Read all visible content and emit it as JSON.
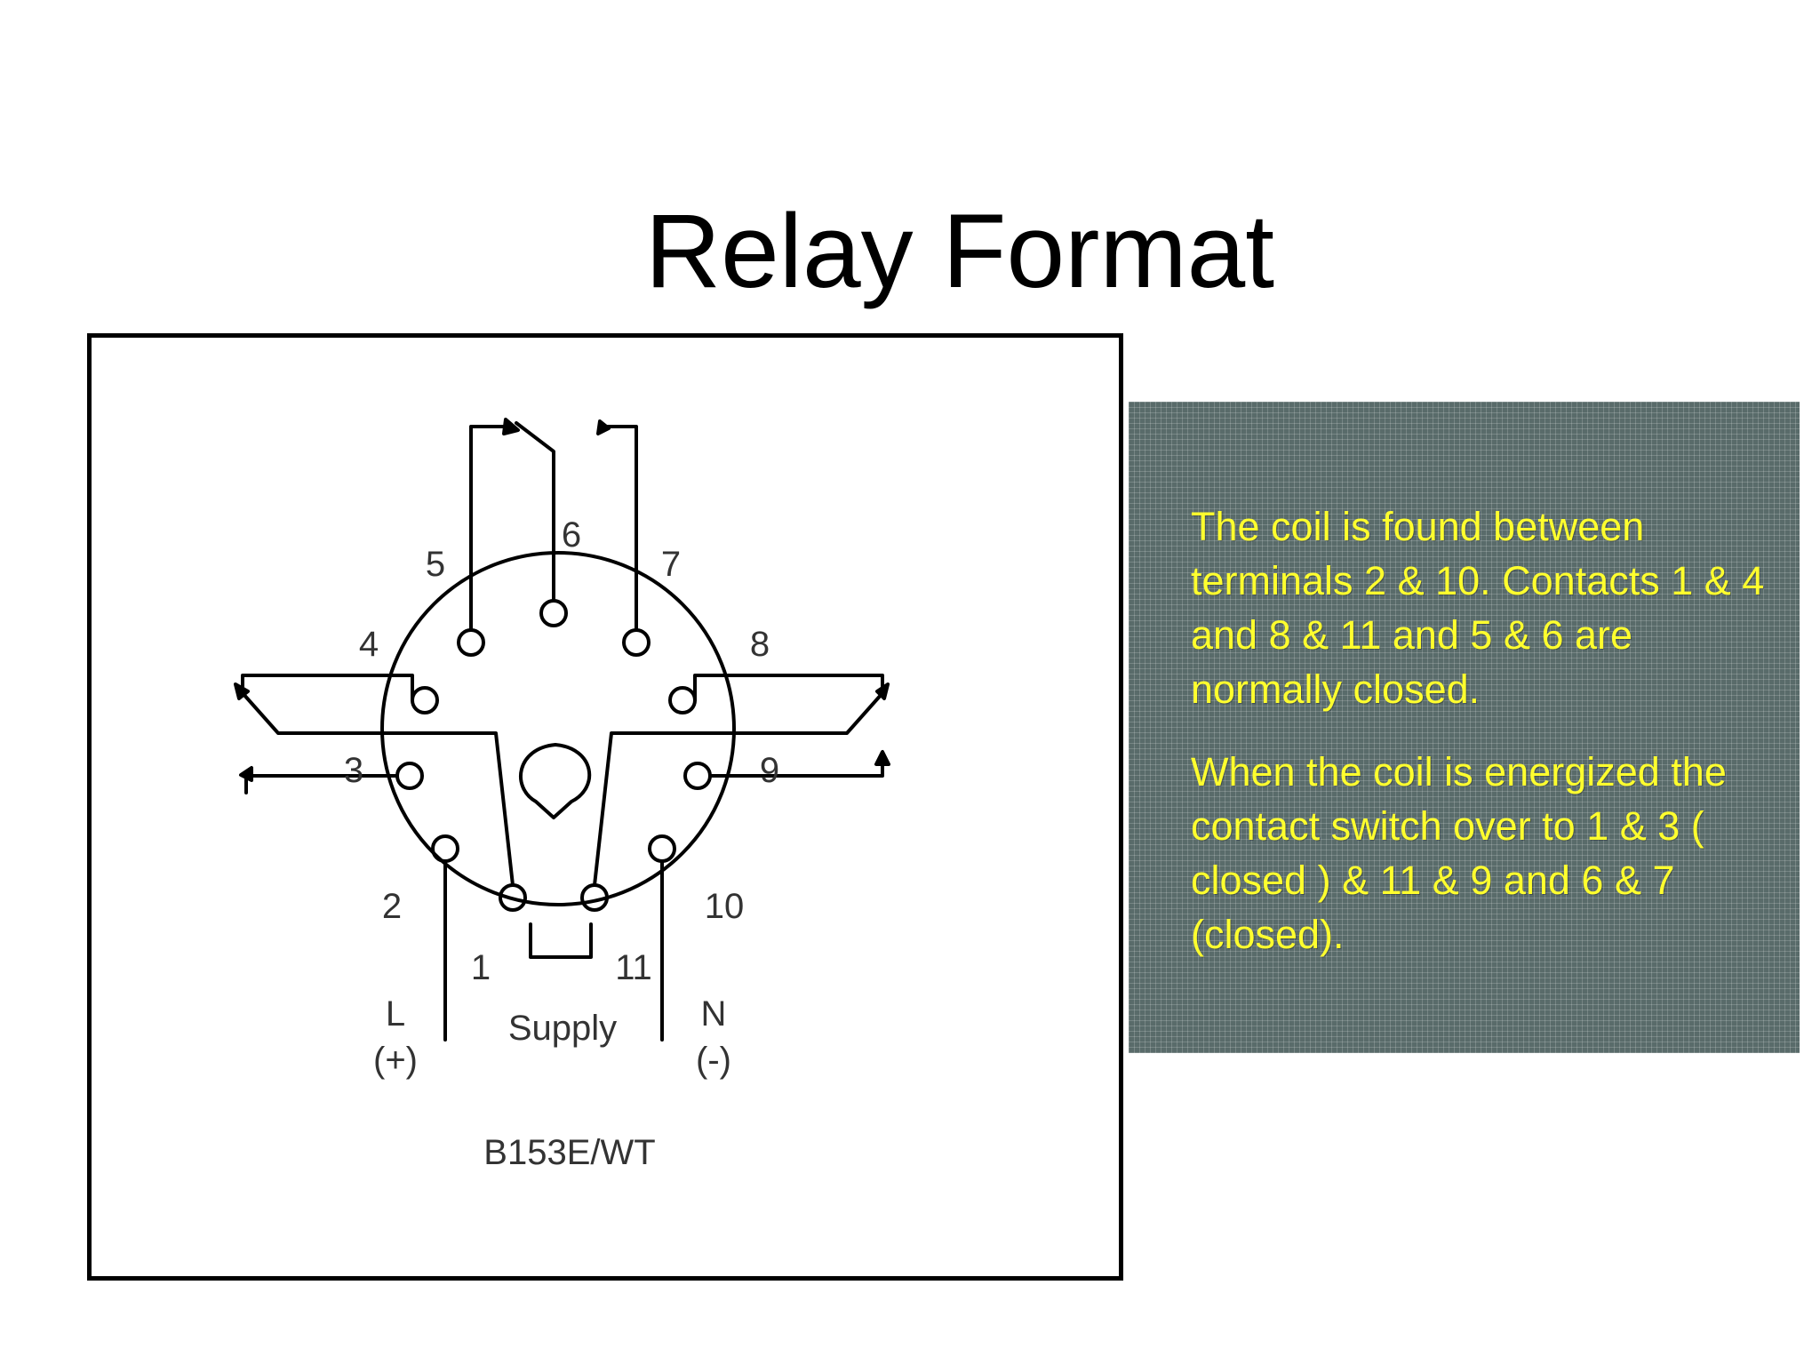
{
  "slide": {
    "title": "Relay Format"
  },
  "diagram": {
    "pin_labels": [
      "1",
      "2",
      "3",
      "4",
      "5",
      "6",
      "7",
      "8",
      "9",
      "10",
      "11"
    ],
    "supply_label": "Supply",
    "live_label": "L",
    "live_polarity": "(+)",
    "neutral_label": "N",
    "neutral_polarity": "(-)",
    "model_label": "B153E/WT"
  },
  "info_panel": {
    "paragraph_1": "The coil is found between terminals 2 & 10. Contacts 1 & 4 and 8 & 11  and 5 & 6 are normally closed.",
    "paragraph_2": "When the coil is energized the contact switch over to 1 & 3 ( closed ) & 11 & 9 and 6 & 7  (closed).",
    "text_color": "#ffff2e",
    "background_color": "#596b6a"
  }
}
